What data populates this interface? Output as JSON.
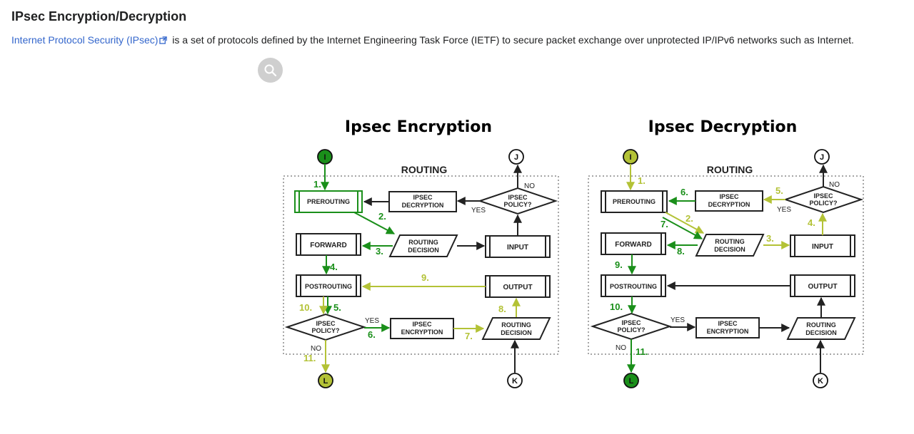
{
  "page": {
    "title": "IPsec Encryption/Decryption",
    "intro_link": "Internet Protocol Security (IPsec)",
    "intro_rest": " is a set of protocols defined by the Internet Engineering Task Force (IETF) to secure packet exchange over unprotected IP/IPv6 networks such as Internet."
  },
  "colors": {
    "link": "#3366cc",
    "green": "#1a8f1a",
    "yellow": "#b3c236",
    "dark": "#222222"
  },
  "icons": {
    "external_link": "external-link-icon",
    "zoom": "magnifier-icon"
  },
  "diagram": {
    "encryption": {
      "title": "Ipsec Encryption",
      "region": "ROUTING",
      "node_i": "I",
      "node_j": "J",
      "node_k": "K",
      "node_l": "L",
      "prerouting": "PREROUTING",
      "ipsec_decryption": [
        "IPSEC",
        "DECRYPTION"
      ],
      "ipsec_policy_top": [
        "IPSEC",
        "POLICY?"
      ],
      "no_top": "NO",
      "yes_top": "YES",
      "forward": "FORWARD",
      "routing_decision_mid": [
        "ROUTING",
        "DECISION"
      ],
      "input": "INPUT",
      "postrouting": "POSTROUTING",
      "output": "OUTPUT",
      "ipsec_policy_bottom": [
        "IPSEC",
        "POLICY?"
      ],
      "yes_bottom": "YES",
      "no_bottom": "NO",
      "ipsec_encryption": [
        "IPSEC",
        "ENCRYPTION"
      ],
      "routing_decision_bottom": [
        "ROUTING",
        "DECISION"
      ],
      "steps": [
        "1.",
        "2.",
        "3.",
        "4.",
        "5.",
        "6.",
        "7.",
        "8.",
        "9.",
        "10.",
        "11."
      ]
    },
    "decryption": {
      "title": "Ipsec Decryption",
      "region": "ROUTING",
      "node_i": "I",
      "node_j": "J",
      "node_k": "K",
      "node_l": "L",
      "prerouting": "PREROUTING",
      "ipsec_decryption": [
        "IPSEC",
        "DECRYPTION"
      ],
      "ipsec_policy_top": [
        "IPSEC",
        "POLICY?"
      ],
      "no_top": "NO",
      "yes_top": "YES",
      "forward": "FORWARD",
      "routing_decision_mid": [
        "ROUTING",
        "DECISION"
      ],
      "input": "INPUT",
      "postrouting": "POSTROUTING",
      "output": "OUTPUT",
      "ipsec_policy_bottom": [
        "IPSEC",
        "POLICY?"
      ],
      "yes_bottom": "YES",
      "no_bottom": "NO",
      "ipsec_encryption": [
        "IPSEC",
        "ENCRYPTION"
      ],
      "routing_decision_bottom": [
        "ROUTING",
        "DECISION"
      ],
      "steps": [
        "1.",
        "2.",
        "3.",
        "4.",
        "5.",
        "6.",
        "7.",
        "8.",
        "9.",
        "10.",
        "11."
      ]
    }
  }
}
